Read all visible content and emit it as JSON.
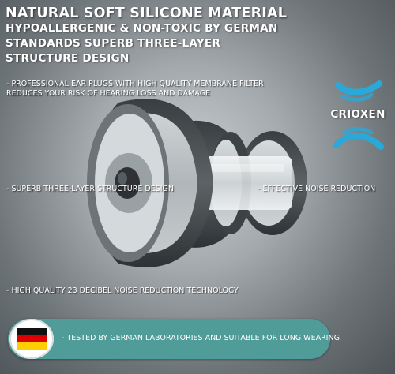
{
  "headline": {
    "line1": "NATURAL SOFT SILICONE MATERIAL",
    "line2": "HYPOALLERGENIC & NON-TOXIC BY GERMAN",
    "line3": "STANDARDS SUPERB THREE-LAYER",
    "line4": "STRUCTURE DESIGN"
  },
  "notes": {
    "membrane_line1": "- PROFESSIONAL EAR PLUGS WITH HIGH QUALITY MEMBRANE FILTER",
    "membrane_line2": "REDUCES YOUR RISK OF HEARING LOSS AND DAMAGE",
    "structure": "- SUPERB THREE-LAYER STRUCTURE DESIGN",
    "noise": "- EFFECTIVE NOISE REDUCTION",
    "decibel": "- HIGH QUALITY 23 DECIBEL NOISE REDUCTION TECHNOLOGY"
  },
  "brand": {
    "name": "CRIOXEN",
    "accent_color": "#2aa8d8"
  },
  "badge": {
    "text": "- TESTED BY GERMAN LABORATORIES AND SUITABLE FOR LONG WEARING",
    "bar_color": "#4f9c98",
    "flag_colors": [
      "#111111",
      "#dd0000",
      "#ffce00"
    ]
  }
}
